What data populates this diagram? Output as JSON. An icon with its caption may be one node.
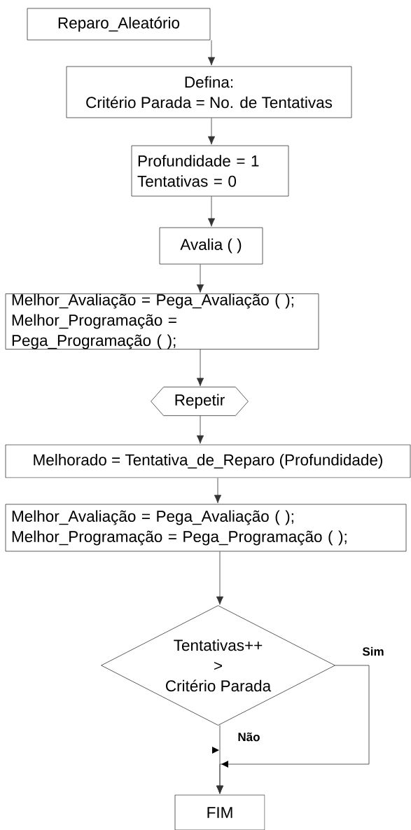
{
  "diagram": {
    "nodes": [
      {
        "text": [
          "Reparo_Aleatório"
        ]
      },
      {
        "text": [
          "Defina:",
          "Critério Parada = No. de Tentativas"
        ]
      },
      {
        "text": [
          "Profundidade = 1",
          "Tentativas = 0"
        ]
      },
      {
        "text": [
          "Avalia ( )"
        ]
      },
      {
        "text": [
          "Melhor_Avaliação = Pega_Avaliação ( );",
          "Melhor_Programação = Pega_Programação ( );"
        ]
      },
      {
        "text": [
          "Repetir"
        ]
      },
      {
        "text": [
          "Melhorado = Tentativa_de_Reparo (Profundidade)"
        ]
      },
      {
        "text": [
          "Melhor_Avaliação = Pega_Avaliação ( );",
          "Melhor_Programação = Pega_Programação ( );"
        ]
      },
      {
        "text": [
          "Tentativas++",
          ">",
          "Critério Parada"
        ]
      },
      {
        "text": [
          "FIM"
        ]
      }
    ],
    "edges": [
      {
        "from": 0,
        "to": 1,
        "arrow": "to"
      },
      {
        "from": 1,
        "to": 2,
        "arrow": "to"
      },
      {
        "from": 2,
        "to": 3,
        "arrow": "to"
      },
      {
        "from": 3,
        "to": 4,
        "arrow": "to"
      },
      {
        "from": 4,
        "to": 5,
        "arrow": "to"
      },
      {
        "from": 5,
        "to": 6,
        "arrow": "to"
      },
      {
        "from": 6,
        "to": 7,
        "arrow": "to"
      },
      {
        "from": 7,
        "to": 8,
        "arrow": "to"
      },
      {
        "from": 8,
        "to": 9,
        "arrow": "to",
        "label": "Não"
      },
      {
        "from": 8,
        "to": 9,
        "arrow": "to",
        "label": "Sim"
      }
    ]
  }
}
